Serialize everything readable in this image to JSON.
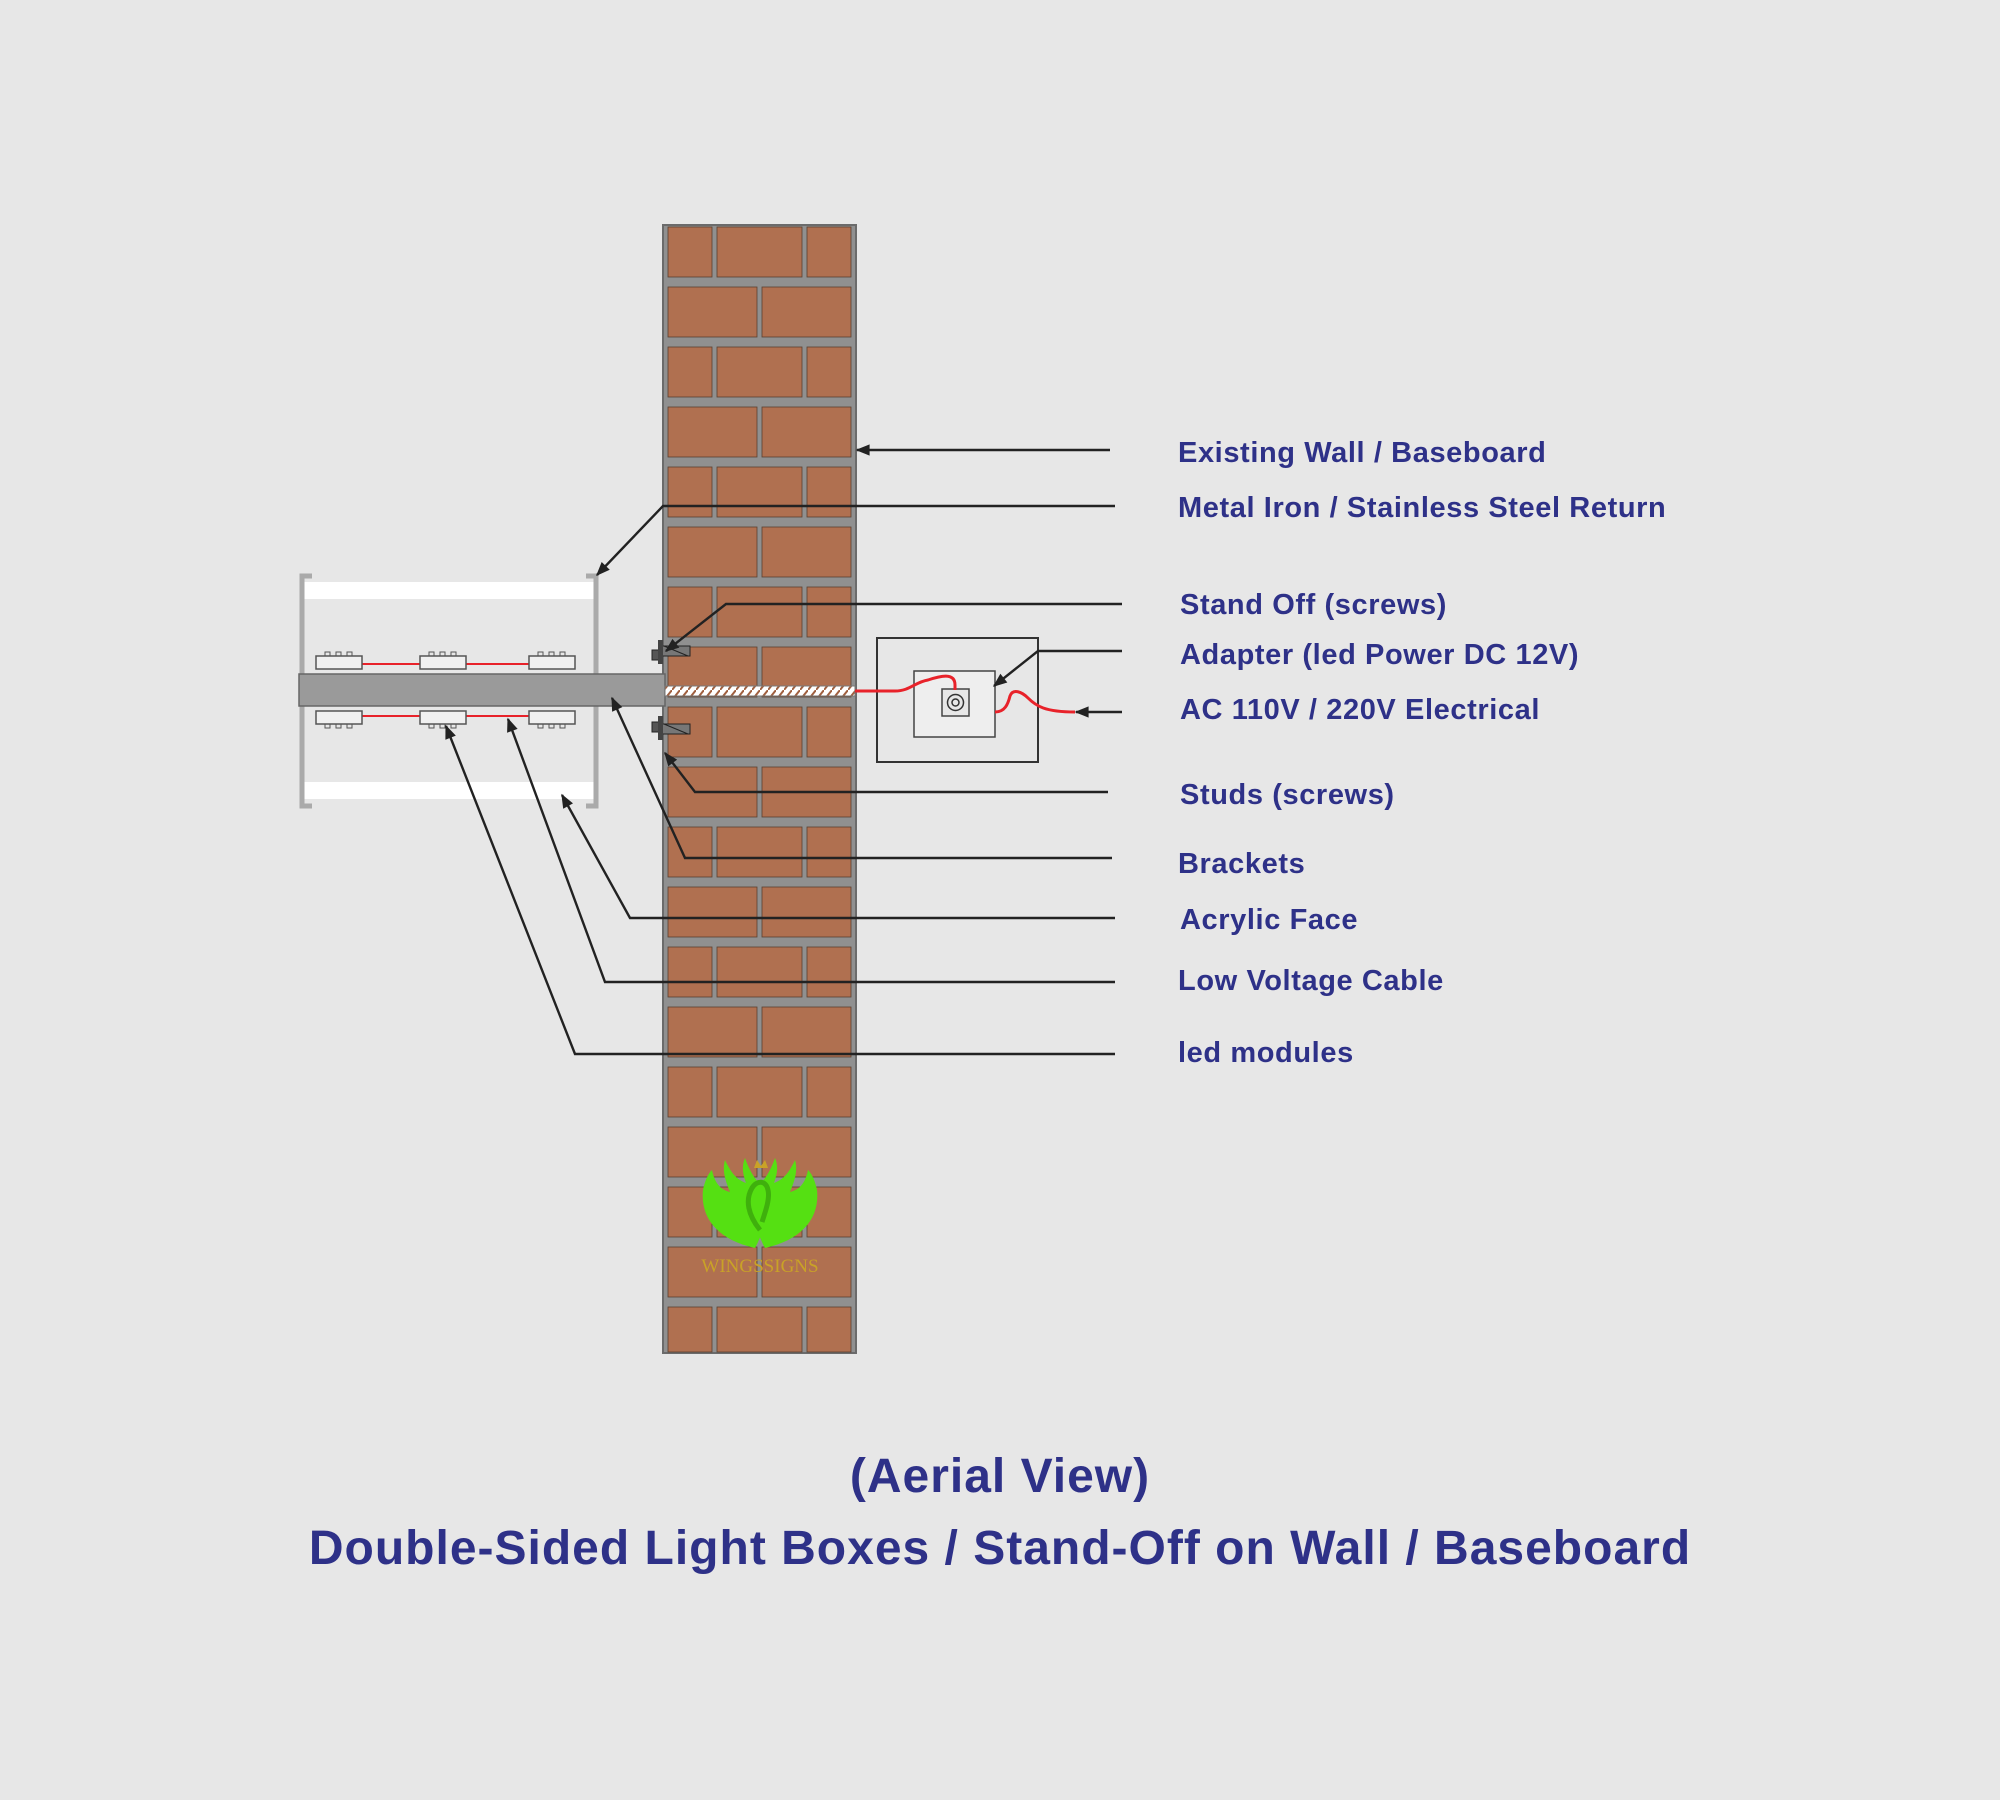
{
  "labels": [
    "Existing Wall / Baseboard",
    "Metal Iron / Stainless Steel Return",
    "Stand Off (screws)",
    "Adapter (led Power DC 12V)",
    "AC 110V / 220V Electrical",
    "Studs (screws)",
    "Brackets",
    "Acrylic Face",
    "Low Voltage Cable",
    "led modules"
  ],
  "title": {
    "line1": "(Aerial View)",
    "line2": "Double-Sided Light Boxes / Stand-Off on Wall / Baseboard"
  },
  "logo": {
    "text": "WINGSSIGNS"
  },
  "colors": {
    "text": "#2e3188",
    "brick": "#b07050",
    "mortar": "#909090",
    "cable": "#e8222a",
    "logo_green": "#55e012",
    "logo_gold": "#c9a227"
  }
}
